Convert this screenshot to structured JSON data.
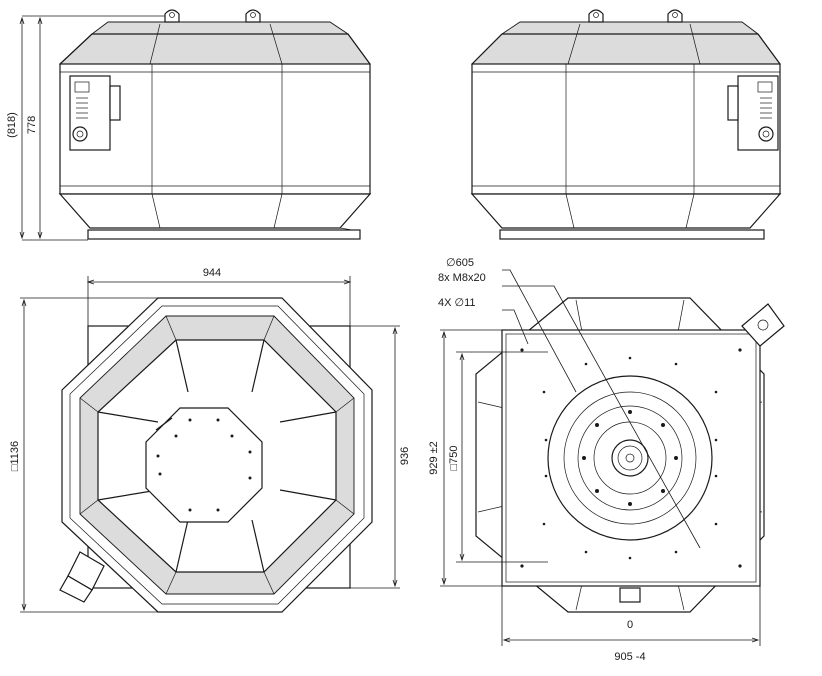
{
  "dimensions": {
    "height_outer": "(818)",
    "height_total": "778",
    "width_top": "944",
    "square_1136": "□1136",
    "depth_936": "936",
    "diameter_605": "∅605",
    "bolts": "8x M8x20",
    "holes": "4X  ∅11",
    "dim_929": "929 ±2",
    "square_750": "□750",
    "zero": "0",
    "width_905": "905 -4"
  },
  "colors": {
    "line": "#1a1a1a",
    "grill_fill": "#dcdcdc",
    "background": "#ffffff"
  }
}
